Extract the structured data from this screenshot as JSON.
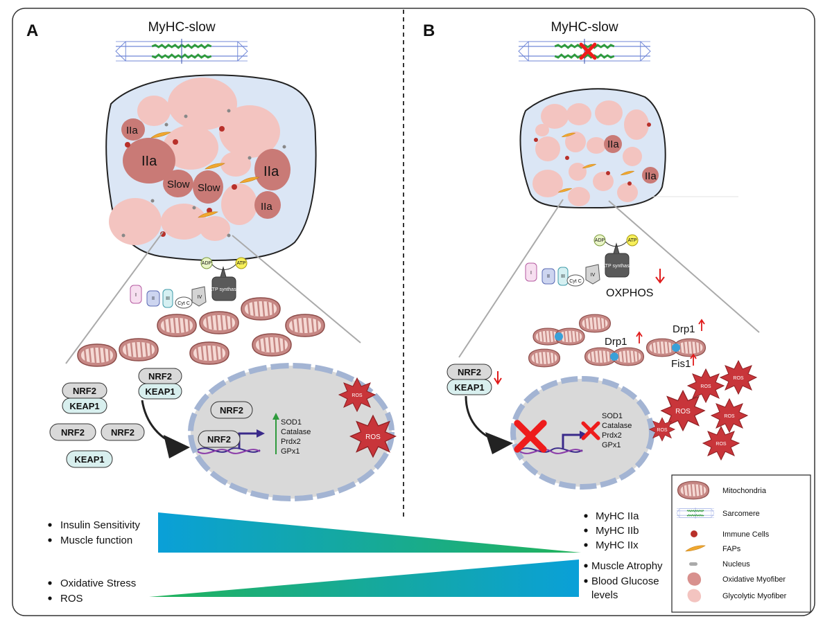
{
  "panel_a": {
    "letter": "A",
    "title": "MyHC-slow",
    "fibers": {
      "iia_1": "IIa",
      "iia_2": "IIa",
      "iia_3": "IIa",
      "iia_4": "IIa",
      "slow_1": "Slow",
      "slow_2": "Slow"
    },
    "etc": {
      "complex_1": "I",
      "complex_2": "II",
      "complex_3": "III",
      "cytc": "Cyt C",
      "complex_4": "IV",
      "atp_synthase": "ATP synthase",
      "adp": "ADP",
      "atp": "ATP"
    },
    "pills": {
      "nrf2_1": "NRF2",
      "keap1_1": "KEAP1",
      "nrf2_2": "NRF2",
      "keap1_2": "KEAP1",
      "nrf2_3": "NRF2",
      "nrf2_4": "NRF2",
      "keap1_3": "KEAP1",
      "nrf2_nuc_1": "NRF2",
      "nrf2_nuc_2": "NRF2"
    },
    "genes": [
      "SOD1",
      "Catalase",
      "Prdx2",
      "GPx1"
    ],
    "ros": [
      "ROS",
      "ROS"
    ]
  },
  "panel_b": {
    "letter": "B",
    "title": "MyHC-slow",
    "fibers": {
      "iia_1": "IIa",
      "iia_2": "IIa"
    },
    "etc": {
      "complex_1": "I",
      "complex_2": "II",
      "complex_3": "III",
      "cytc": "Cyt C",
      "complex_4": "IV",
      "atp_synthase": "ATP synthase",
      "adp": "ADP",
      "atp": "ATP"
    },
    "oxphos": "OXPHOS",
    "drp1_a": "Drp1",
    "drp1_b": "Drp1",
    "fis1": "Fis1",
    "pills": {
      "nrf2": "NRF2",
      "keap1": "KEAP1"
    },
    "genes": [
      "SOD1",
      "Catalase",
      "Prdx2",
      "GPx1"
    ],
    "ros": [
      "ROS",
      "ROS",
      "ROS",
      "ROS",
      "ROS",
      "ROS"
    ]
  },
  "bottom": {
    "left_top": [
      "Insulin Sensitivity",
      "Muscle function"
    ],
    "left_bottom": [
      "Oxidative Stress",
      "ROS"
    ],
    "right_top": [
      "MyHC IIa",
      "MyHC IIb",
      "MyHC IIx"
    ],
    "right_bottom": [
      "Muscle Atrophy",
      "Blood Glucose",
      "levels"
    ]
  },
  "legend": [
    {
      "icon": "mitochondria-icon",
      "label": "Mitochondria"
    },
    {
      "icon": "sarcomere-icon",
      "label": "Sarcomere"
    },
    {
      "icon": "immune-cell-icon",
      "label": "Immune Cells"
    },
    {
      "icon": "fap-icon",
      "label": "FAPs"
    },
    {
      "icon": "nucleus-icon",
      "label": "Nucleus"
    },
    {
      "icon": "oxidative-myofiber-icon",
      "label": "Oxidative Myofiber"
    },
    {
      "icon": "glycolytic-myofiber-icon",
      "label": "Glycolytic Myofiber"
    }
  ],
  "colors": {
    "glycolytic": "#f3c4c0",
    "oxidative": "#c97a76",
    "immune": "#b8302a",
    "fap": "#f0a830",
    "nrf2_pill": "#d9d9d9",
    "keap1_pill": "#d8efee",
    "ros": "#c8353a",
    "cross": "#ee1c1c",
    "gradient_start": "#0aa0d8",
    "gradient_end": "#22b35a"
  }
}
